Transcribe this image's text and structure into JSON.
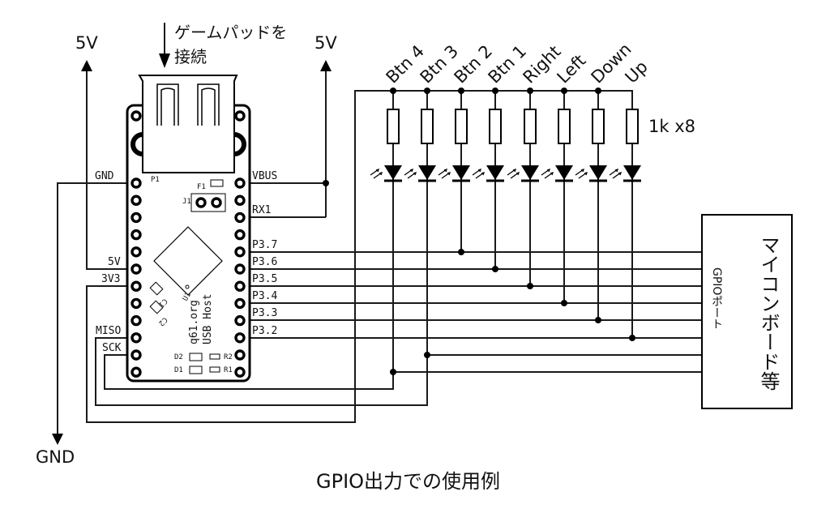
{
  "title": "GPIO出力での使用例",
  "gamepad_note": {
    "line1": "ゲームパッドを",
    "line2": "接続"
  },
  "power": {
    "left_5v": "5V",
    "right_5v": "5V",
    "gnd": "GND"
  },
  "board": {
    "name": "q61.org",
    "subtitle": "USB Host",
    "parts": {
      "p1": "P1",
      "f1": "F1",
      "j1": "J1",
      "u1": "U1",
      "c1": "C1",
      "c2": "C2",
      "d1": "D1",
      "d2": "D2",
      "r1": "R1",
      "r2": "R2"
    },
    "left_pins": [
      "GND",
      "5V",
      "3V3",
      "MISO",
      "SCK"
    ],
    "right_pins": [
      "VBUS",
      "RX1",
      "P3.7",
      "P3.6",
      "P3.5",
      "P3.4",
      "P3.3",
      "P3.2"
    ]
  },
  "leds": {
    "labels": [
      "Btn 4",
      "Btn 3",
      "Btn 2",
      "Btn 1",
      "Right",
      "Left",
      "Down",
      "Up"
    ],
    "resistor_note": "1k x8"
  },
  "mcu": {
    "name": "マイコンボード等",
    "port": "GPIOポート"
  }
}
